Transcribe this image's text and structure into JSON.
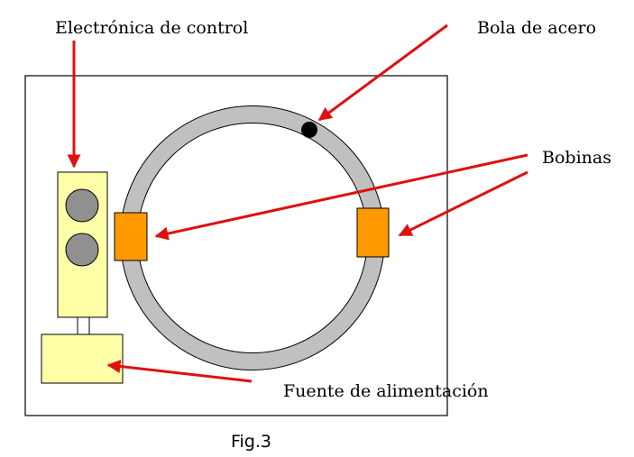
{
  "labels": {
    "electronics": "Electrónica de control",
    "ball": "Bola de acero",
    "coils": "Bobinas",
    "power": "Fuente de alimentación"
  },
  "caption": "Fig.3",
  "colors": {
    "arrow": "#e01010",
    "ring": "#c0c0c0",
    "coil": "#ff9900",
    "box": "#ffffa8",
    "knob": "#909090",
    "ball": "#000000",
    "outline": "#000000",
    "background": "#ffffff"
  }
}
